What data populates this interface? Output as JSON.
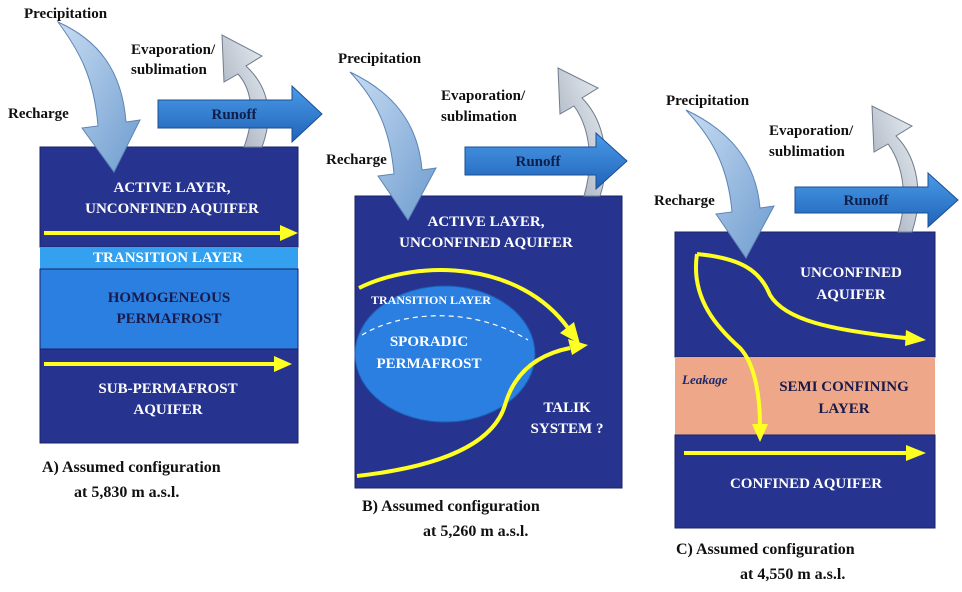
{
  "panel_a": {
    "precipitation": "Precipitation",
    "evaporation_line1": "Evaporation/",
    "evaporation_line2": "sublimation",
    "recharge": "Recharge",
    "runoff": "Runoff",
    "active_layer_line1": "ACTIVE LAYER,",
    "active_layer_line2": "UNCONFINED AQUIFER",
    "transition_layer": "TRANSITION   LAYER",
    "permafrost_line1": "HOMOGENEOUS",
    "permafrost_line2": "PERMAFROST",
    "sub_line1": "SUB-PERMAFROST",
    "sub_line2": "AQUIFER",
    "caption_line1": "A)  Assumed configuration",
    "caption_line2": "at 5,830 m a.s.l."
  },
  "panel_b": {
    "precipitation": "Precipitation",
    "evaporation_line1": "Evaporation/",
    "evaporation_line2": "sublimation",
    "recharge": "Recharge",
    "runoff": "Runoff",
    "active_layer_line1": "ACTIVE LAYER,",
    "active_layer_line2": "UNCONFINED AQUIFER",
    "transition_layer": "TRANSITION    LAYER",
    "sporadic_line1": "SPORADIC",
    "sporadic_line2": "PERMAFROST",
    "talik_line1": "TALIK",
    "talik_line2": "SYSTEM ?",
    "caption_line1": "B)  Assumed configuration",
    "caption_line2": "at 5,260 m a.s.l."
  },
  "panel_c": {
    "precipitation": "Precipitation",
    "evaporation_line1": "Evaporation/",
    "evaporation_line2": "sublimation",
    "recharge": "Recharge",
    "runoff": "Runoff",
    "unconfined_line1": "UNCONFINED",
    "unconfined_line2": "AQUIFER",
    "leakage": "Leakage",
    "semi_line1": "SEMI CONFINING",
    "semi_line2": "LAYER",
    "confined": "CONFINED AQUIFER",
    "caption_line1": "C)  Assumed configuration",
    "caption_line2": "at 4,550 m a.s.l."
  },
  "colors": {
    "navy": "#26348f",
    "mid_blue": "#2a7fe0",
    "light_blue": "#2f95ea",
    "salmon": "#eea889",
    "yellow": "#ffff22",
    "runoff_blue": "#2e80d8",
    "recharge_blue": "#8fb6e0",
    "evap_gray": "#c9d0da"
  }
}
